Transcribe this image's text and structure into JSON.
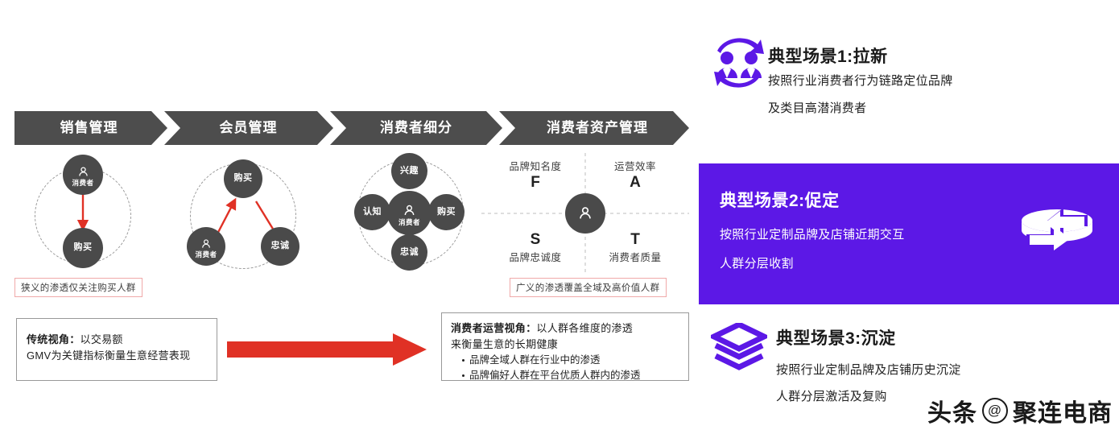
{
  "process_banner": {
    "steps": [
      {
        "label": "销售管理"
      },
      {
        "label": "会员管理"
      },
      {
        "label": "消费者细分"
      },
      {
        "label": "消费者资产管理"
      }
    ]
  },
  "stages": {
    "stage1": {
      "nodes": [
        {
          "label": "消费者",
          "icon": "person-icon"
        },
        {
          "label": "购买",
          "icon": ""
        }
      ],
      "tag": "狭义的渗透仅关注购买人群"
    },
    "stage2": {
      "nodes": [
        {
          "label": "购买",
          "icon": ""
        },
        {
          "label": "消费者",
          "icon": "person-icon"
        },
        {
          "label": "忠诚",
          "icon": ""
        }
      ]
    },
    "stage3": {
      "nodes": [
        {
          "label": "兴趣",
          "icon": ""
        },
        {
          "label": "认知",
          "icon": ""
        },
        {
          "label": "消费者",
          "icon": "person-icon"
        },
        {
          "label": "购买",
          "icon": ""
        },
        {
          "label": "忠诚",
          "icon": ""
        }
      ]
    },
    "stage4": {
      "quadrants": [
        {
          "letter": "F",
          "title": "品牌知名度"
        },
        {
          "letter": "A",
          "title": "运营效率"
        },
        {
          "letter": "S",
          "title": "品牌忠诚度"
        },
        {
          "letter": "T",
          "title": "消费者质量"
        }
      ],
      "center_icon": "person-icon",
      "tag": "广义的渗透覆盖全域及高价值人群"
    }
  },
  "statements": {
    "left": {
      "strong": "传统视角：",
      "rest": "以交易额",
      "line2": "GMV为关键指标衡量生意经营表现"
    },
    "right": {
      "strong": "消费者运营视角：",
      "rest": "以人群各维度的渗透",
      "line2": "来衡量生意的长期健康",
      "bullets": [
        "品牌全域人群在行业中的渗透",
        "品牌偏好人群在平台优质人群内的渗透"
      ]
    }
  },
  "scenarios": [
    {
      "icon": "two-people-refresh-icon",
      "title": "典型场景1:拉新",
      "body_line1": "按照行业消费者行为链路定位品牌",
      "body_line2": "及类目高潜消费者",
      "highlighted": false
    },
    {
      "icon": "data-exchange-disc-icon",
      "title": "典型场景2:促定",
      "body_line1": "按照行业定制品牌及店铺近期交互",
      "body_line2": "人群分层收割",
      "highlighted": true
    },
    {
      "icon": "layers-stack-icon",
      "title": "典型场景3:沉淀",
      "body_line1": "按照行业定制品牌及店铺历史沉淀",
      "body_line2": "人群分层激活及复购",
      "highlighted": false
    }
  ],
  "watermark": {
    "source": "头条",
    "at": "@",
    "account": "聚连电商"
  },
  "colors": {
    "accent_purple": "#5c18e6",
    "banner_gray": "#4d4d4d",
    "node_gray": "#4a4a4a",
    "arrow_red": "#e03125",
    "tag_border_pink": "#f0a9a9"
  }
}
